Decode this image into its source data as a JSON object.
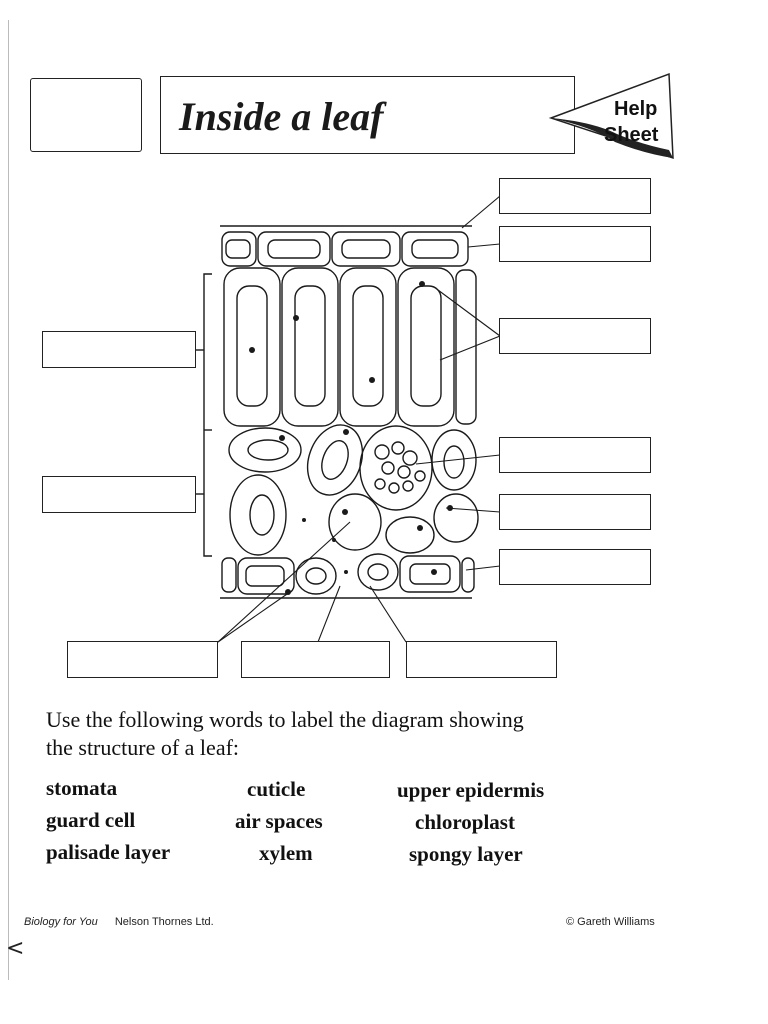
{
  "header": {
    "title": "Inside a leaf",
    "help_word_1": "Help",
    "help_word_2": "Sheet"
  },
  "instructions": {
    "line1": "Use the following words to label the diagram showing",
    "line2": "the structure of a leaf:"
  },
  "word_bank": [
    "stomata",
    "cuticle",
    "upper epidermis",
    "guard cell",
    "air spaces",
    "chloroplast",
    "palisade layer",
    "xylem",
    "spongy layer"
  ],
  "footer": {
    "book": "Biology for You",
    "publisher": "Nelson Thornes Ltd.",
    "copyright": "© Gareth Williams"
  },
  "colors": {
    "ink": "#111111",
    "paper": "#ffffff"
  }
}
